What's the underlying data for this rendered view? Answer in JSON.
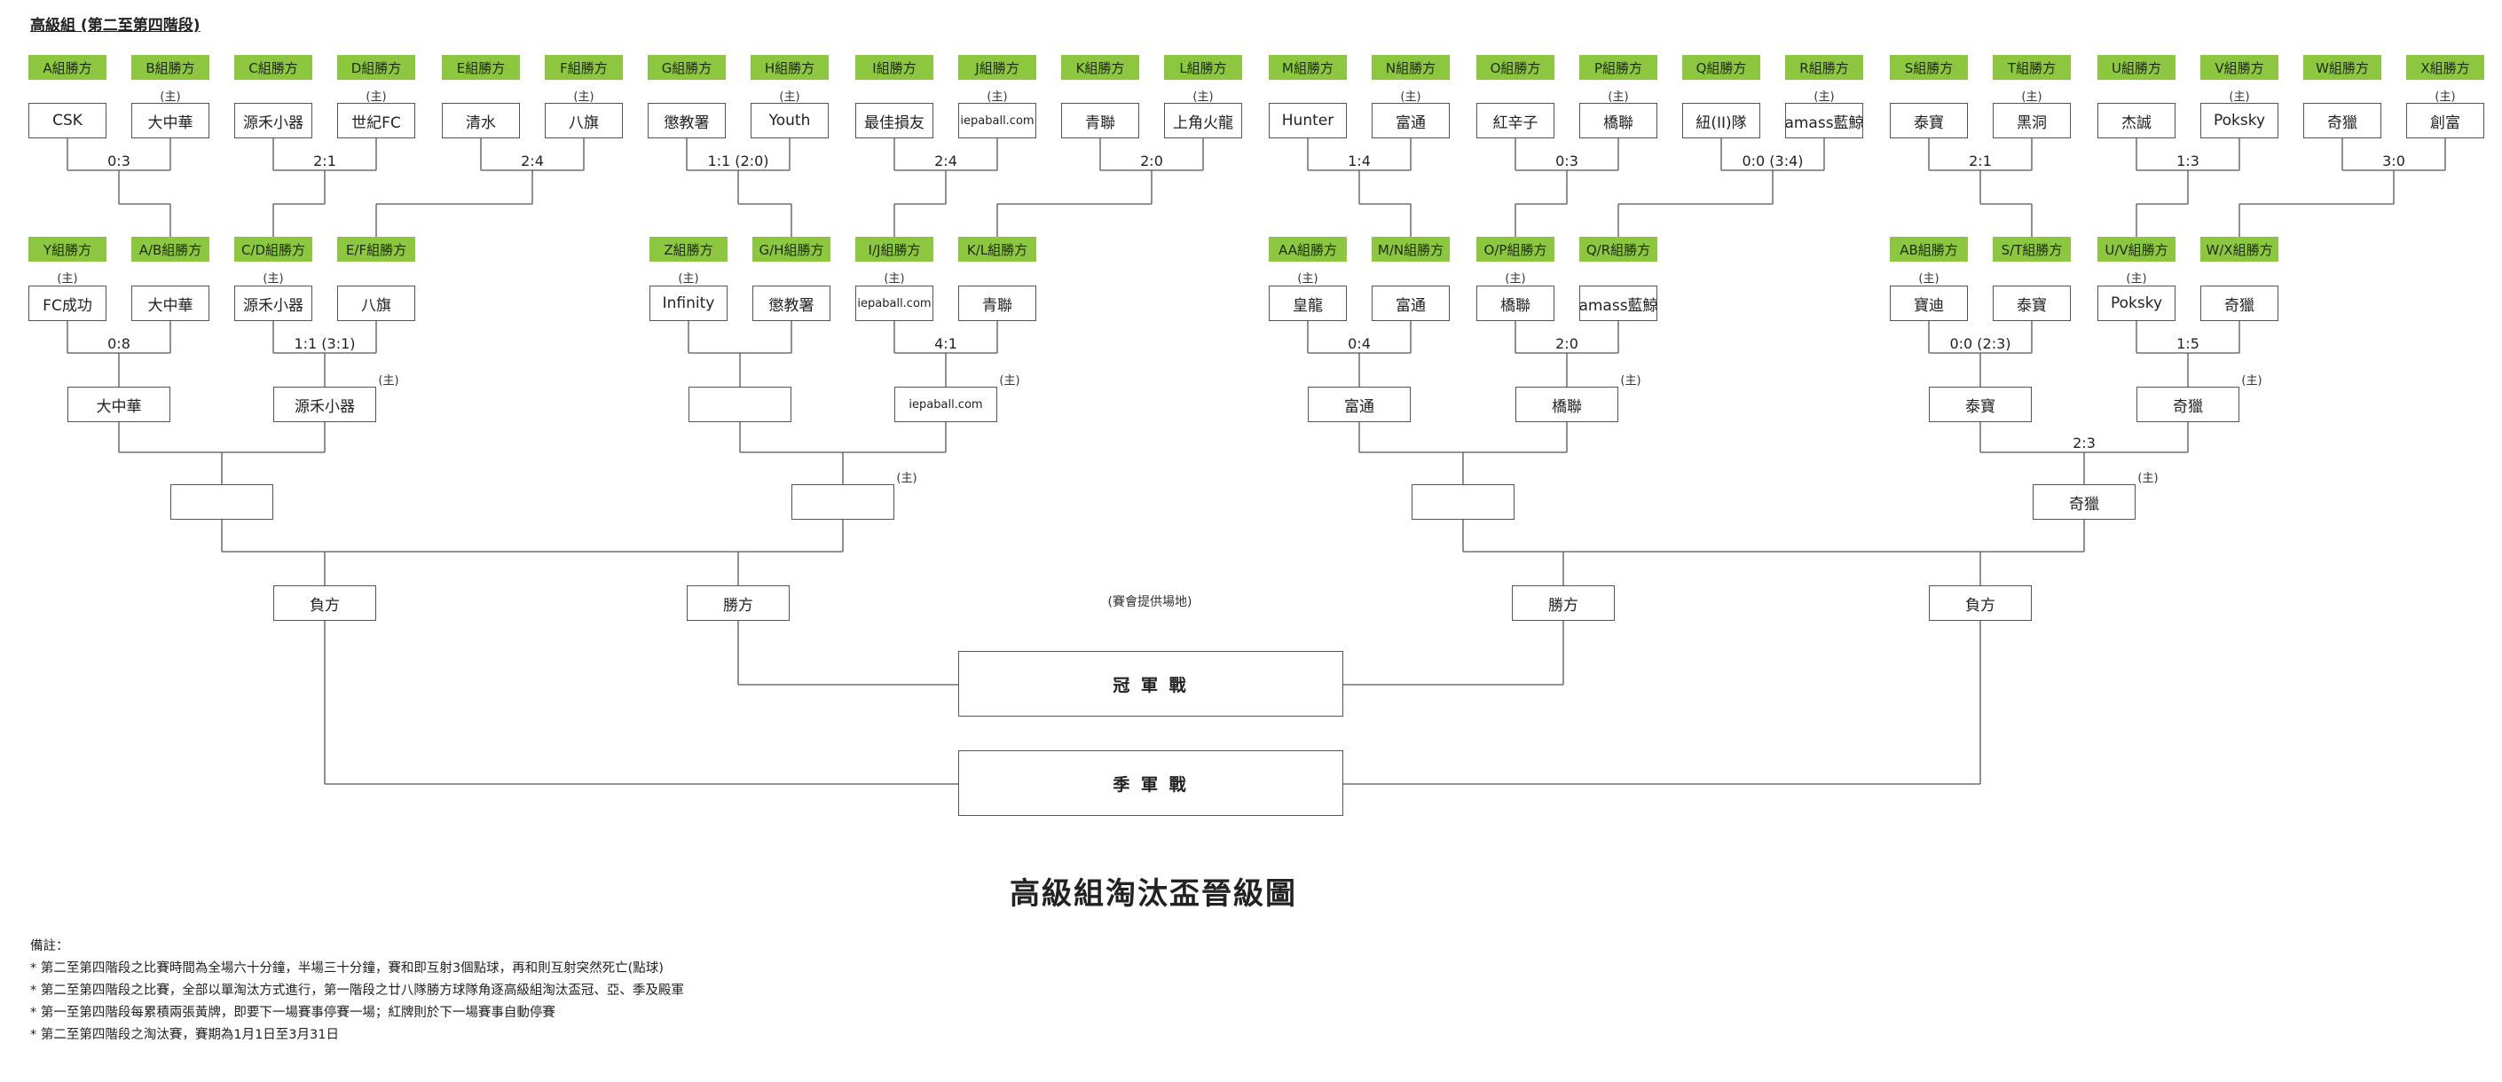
{
  "page_title": "高級組 (第二至第四階段)",
  "main_title": "高級組淘汰盃晉級圖",
  "host_mark": "(主)",
  "venue_note": "(賽會提供場地)",
  "round1": [
    {
      "labels": [
        "A組勝方",
        "B組勝方"
      ],
      "teams": [
        "CSK",
        "大中華"
      ],
      "host": 1,
      "score": "0:3"
    },
    {
      "labels": [
        "C組勝方",
        "D組勝方"
      ],
      "teams": [
        "源禾小器",
        "世紀FC"
      ],
      "host": 1,
      "score": "2:1"
    },
    {
      "labels": [
        "E組勝方",
        "F組勝方"
      ],
      "teams": [
        "清水",
        "八旗"
      ],
      "host": 1,
      "score": "2:4"
    },
    {
      "labels": [
        "G組勝方",
        "H組勝方"
      ],
      "teams": [
        "懲教署",
        "Youth"
      ],
      "host": 1,
      "score": "1:1 (2:0)"
    },
    {
      "labels": [
        "I組勝方",
        "J組勝方"
      ],
      "teams": [
        "最佳損友",
        "iepaball.com"
      ],
      "host": 1,
      "score": "2:4"
    },
    {
      "labels": [
        "K組勝方",
        "L組勝方"
      ],
      "teams": [
        "青聯",
        "上角火龍"
      ],
      "host": 1,
      "score": "2:0"
    },
    {
      "labels": [
        "M組勝方",
        "N組勝方"
      ],
      "teams": [
        "Hunter",
        "富通"
      ],
      "host": 1,
      "score": "1:4"
    },
    {
      "labels": [
        "O組勝方",
        "P組勝方"
      ],
      "teams": [
        "紅辛子",
        "橋聯"
      ],
      "host": 1,
      "score": "0:3"
    },
    {
      "labels": [
        "Q組勝方",
        "R組勝方"
      ],
      "teams": [
        "紐(II)隊",
        "amass藍鯨"
      ],
      "host": 1,
      "score": "0:0 (3:4)"
    },
    {
      "labels": [
        "S組勝方",
        "T組勝方"
      ],
      "teams": [
        "泰寶",
        "黑洞"
      ],
      "host": 1,
      "score": "2:1"
    },
    {
      "labels": [
        "U組勝方",
        "V組勝方"
      ],
      "teams": [
        "杰誠",
        "Poksky"
      ],
      "host": 1,
      "score": "1:3"
    },
    {
      "labels": [
        "W組勝方",
        "X組勝方"
      ],
      "teams": [
        "奇獵",
        "創富"
      ],
      "host": 1,
      "score": "3:0"
    }
  ],
  "round2": [
    {
      "labels": [
        "Y組勝方",
        "A/B組勝方"
      ],
      "teams": [
        "FC成功",
        "大中華"
      ],
      "host": 0,
      "score": "0:8",
      "winner": "大中華",
      "winner_host": false
    },
    {
      "labels": [
        "C/D組勝方",
        "E/F組勝方"
      ],
      "teams": [
        "源禾小器",
        "八旗"
      ],
      "host": 0,
      "score": "1:1 (3:1)",
      "winner": "源禾小器",
      "winner_host": true
    },
    {
      "labels": [
        "Z組勝方",
        "G/H組勝方"
      ],
      "teams": [
        "Infinity",
        "懲教署"
      ],
      "host": 0,
      "score": "",
      "winner": "",
      "winner_host": false
    },
    {
      "labels": [
        "I/J組勝方",
        "K/L組勝方"
      ],
      "teams": [
        "iepaball.com",
        "青聯"
      ],
      "host": 0,
      "score": "4:1",
      "winner": "iepaball.com",
      "winner_host": true
    },
    {
      "labels": [
        "AA組勝方",
        "M/N組勝方"
      ],
      "teams": [
        "皇龍",
        "富通"
      ],
      "host": 0,
      "score": "0:4",
      "winner": "富通",
      "winner_host": false
    },
    {
      "labels": [
        "O/P組勝方",
        "Q/R組勝方"
      ],
      "teams": [
        "橋聯",
        "amass藍鯨"
      ],
      "host": 0,
      "score": "2:0",
      "winner": "橋聯",
      "winner_host": true
    },
    {
      "labels": [
        "AB組勝方",
        "S/T組勝方"
      ],
      "teams": [
        "寶迪",
        "泰寶"
      ],
      "host": 0,
      "score": "0:0 (2:3)",
      "winner": "泰寶",
      "winner_host": false
    },
    {
      "labels": [
        "U/V組勝方",
        "W/X組勝方"
      ],
      "teams": [
        "Poksky",
        "奇獵"
      ],
      "host": 0,
      "score": "1:5",
      "winner": "奇獵",
      "winner_host": true
    }
  ],
  "round3": [
    {
      "winner": "",
      "score": "",
      "host": false
    },
    {
      "winner": "",
      "score": "",
      "host": true
    },
    {
      "winner": "",
      "score": "",
      "host": false
    },
    {
      "winner": "奇獵",
      "score": "2:3",
      "host": true
    }
  ],
  "semi_labels": [
    "負方",
    "勝方",
    "勝方",
    "負方"
  ],
  "final_label": "冠 軍 戰",
  "third_label": "季 軍 戰",
  "notes": [
    "備註：",
    "* 第二至第四階段之比賽時間為全場六十分鐘，半場三十分鐘，賽和即互射3個點球，再和則互射突然死亡(點球)",
    "* 第二至第四階段之比賽，全部以單淘汰方式進行，第一階段之廿八隊勝方球隊角逐高級組淘汰盃冠、亞、季及殿軍",
    "* 第一至第四階段每累積兩張黃牌，即要下一場賽事停賽一場；紅牌則於下一場賽事自動停賽",
    "* 第二至第四階段之淘汰賽，賽期為1月1日至3月31日"
  ]
}
